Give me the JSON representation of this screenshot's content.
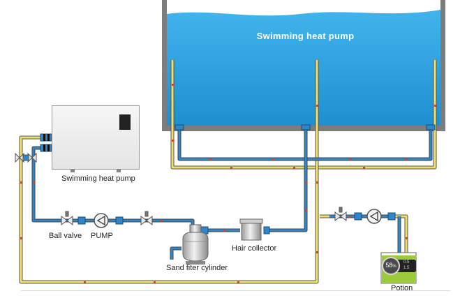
{
  "pool": {
    "title": "Swimming heat pump"
  },
  "labels": {
    "heat_pump": "Swimming heat pump",
    "ball_valve": "Ball valve",
    "pump": "PUMP",
    "sand_filter": "Sand fiter cylinder",
    "hair_collector": "Hair collector",
    "potion": "Potion"
  },
  "gauge": {
    "reading": "58",
    "unit": "%",
    "line1": "0.5",
    "line2": "1.5"
  },
  "colors": {
    "water": "#2aa0dc",
    "pool_wall": "#7d7d7d",
    "hot_pipe": "#f0e06a",
    "cold_pipe": "#2f86c8",
    "potion_liquid": "#9acb3a"
  }
}
